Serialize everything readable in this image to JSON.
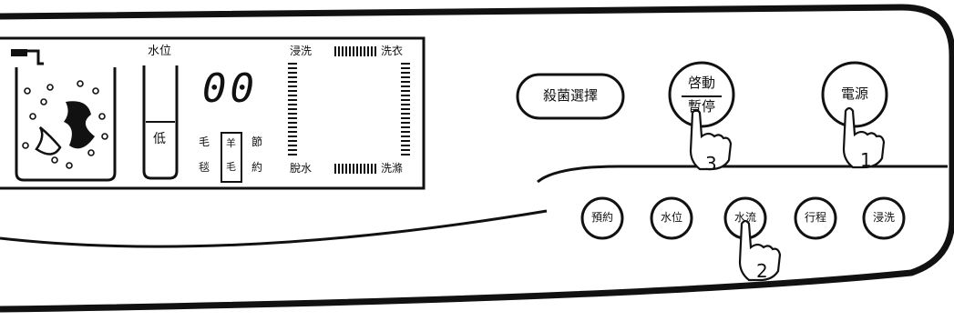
{
  "lcd": {
    "water_level_label": "水位",
    "gauge_label": "低",
    "digits": "00",
    "top_bar_left": "浸洗",
    "top_bar_right": "洗衣",
    "bottom_bar_left": "脫水",
    "bottom_bar_right": "洗滌",
    "fabric_col1_top": "毛",
    "fabric_col1_bottom": "毯",
    "fabric_box_top": "羊",
    "fabric_box_bottom": "毛",
    "fabric_col3_top": "節",
    "fabric_col3_bottom": "約"
  },
  "buttons": {
    "select": "殺菌選擇",
    "start_top": "啓動",
    "start_bottom": "暫停",
    "power": "電源",
    "timer": "預約",
    "water": "水位",
    "rinse": "水流",
    "course": "行程",
    "soak": "浸洗"
  },
  "steps": {
    "step1": "1",
    "step2": "2",
    "step3": "3"
  }
}
